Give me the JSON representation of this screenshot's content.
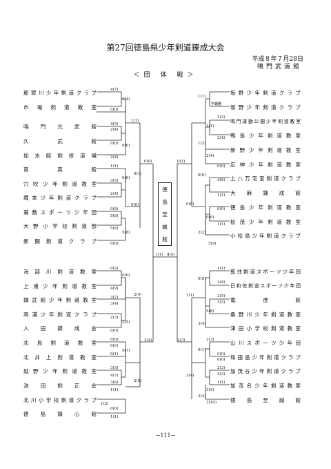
{
  "header": {
    "title": "第27回徳島県少年剣道錬成大会",
    "date": "平成８年７月28日",
    "venue": "鳴門武道館",
    "section": "＜団 体 戦＞"
  },
  "left_teams": [
    "那賀川少年剣道クラブ",
    "市場剣道教室",
    "鳴門光武館",
    "久武館",
    "如水館剣修道場",
    "育英館",
    "穴吹少年剣道教室",
    "蔵本少年剣道クラブ",
    "鷲敷スポーツ少年団",
    "大野小学校剣道部",
    "新開剣道クラブ",
    "海部川剣道教室",
    "上浦少年剣道教室",
    "錬武館少年剣道教室",
    "高浦少年剣道クラブ",
    "入田錬成会",
    "北島剣道教室",
    "北井上剣道教室",
    "延野少年剣道教室",
    "池田剣正会",
    "北川小学校剣道クラブ",
    "徳島錬心館"
  ],
  "right_teams": [
    "坂野少年剣道クラブ",
    "坂野少年剣道クラブ",
    "鳴門運動公園少年剣道教室",
    "鴨島少年剣道教室",
    "新野少年剣道教室",
    "応神少年剣道教室",
    "上八万宅宮剣道クラブ",
    "大麻錬成館",
    "徳島少年剣道教室",
    "松茂少年剣道教室",
    "小松島少年剣道クラブ",
    "藍住剣道スポーツ少年団",
    "日和佐剣道スポーツ少年団",
    "竜虎館",
    "桑野川少年剣道教室",
    "津田小学校剣道教室",
    "山川スポーツ少年団",
    "和田島少年剣道クラブ",
    "加茂谷少年剣道クラブ",
    "加茂名少年剣道教室",
    "徳島至誠館"
  ],
  "note": "不戦勝",
  "champion": [
    "徳",
    "島",
    "至",
    "誠",
    "館"
  ],
  "page_number": "−111−",
  "scores": [
    "4(7)",
    "0(0)",
    "3(4)",
    "4(5)",
    "2(4)",
    "0(0)",
    "1(1)",
    "2(4)",
    "0(0)",
    "1(1)",
    "3(5)",
    "2(4)",
    "0(0)",
    "0(0)",
    "0(8)",
    "5(8)",
    "5(6)",
    "0(0)",
    "5(8)",
    "0(0)",
    "0(1)",
    "0(2)",
    "0(0)",
    "4(9)",
    "3(7)",
    "3(4)",
    "2(3)",
    "0(0)",
    "3(5)",
    "2(4)",
    "0(0)",
    "0(0)",
    "0(1)",
    "4(7)",
    "3(5)",
    "4(7)",
    "3(6)",
    "2(5)",
    "1(1)",
    "1(2)",
    "0(0)",
    "1(1)",
    "2(4)",
    "1(1)",
    "4(5)",
    "1(1)",
    "2(3)",
    "1(1)",
    "2(4)",
    "1(2)",
    "2(4)",
    "0(0)",
    "0(0)",
    "4(8)",
    "1(1)",
    "0(0)",
    "0(0)",
    "0(0)",
    "1(1)",
    "2(2)",
    "5(9)",
    "0(1)",
    "1(1)",
    "0(0)",
    "2(4)",
    "3(5)",
    "3(3)",
    "1(1)",
    "5(8)",
    "3(4)",
    "2(3)",
    "0(0)",
    "0(1)",
    "2(3)",
    "3(4)",
    "0(0)",
    "2(4)",
    "2(3)",
    "2(3)",
    "3(10)",
    "1(1)",
    "3(5)"
  ]
}
